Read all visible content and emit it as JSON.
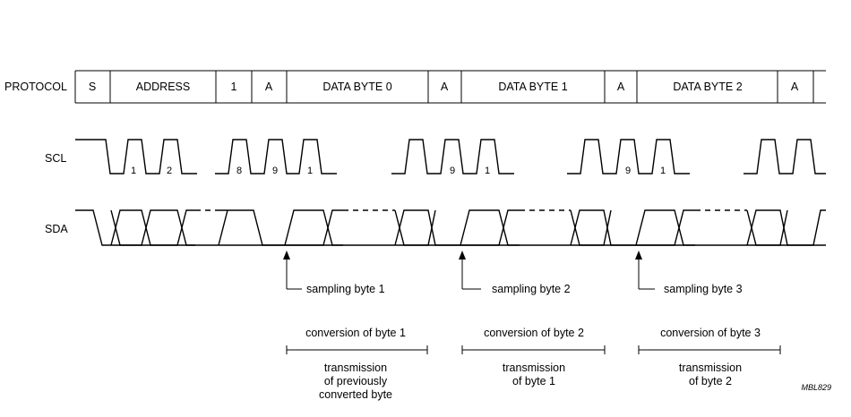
{
  "labels": {
    "protocol": "PROTOCOL",
    "scl": "SCL",
    "sda": "SDA",
    "figure_ref": "MBL829"
  },
  "protocol_fields": [
    "S",
    "ADDRESS",
    "1",
    "A",
    "DATA BYTE 0",
    "A",
    "DATA BYTE 1",
    "A",
    "DATA BYTE 2",
    "A"
  ],
  "scl_pulse_numbers": [
    "1",
    "2",
    "8",
    "9",
    "1",
    "9",
    "1",
    "9",
    "1"
  ],
  "sampling": [
    "sampling byte 1",
    "sampling byte 2",
    "sampling byte 3"
  ],
  "conversion": [
    "conversion of byte 1",
    "conversion of byte 2",
    "conversion of byte 3"
  ],
  "transmission": [
    [
      "transmission",
      "of previously",
      "converted byte"
    ],
    [
      "transmission",
      "of byte 1"
    ],
    [
      "transmission",
      "of byte 2"
    ]
  ]
}
